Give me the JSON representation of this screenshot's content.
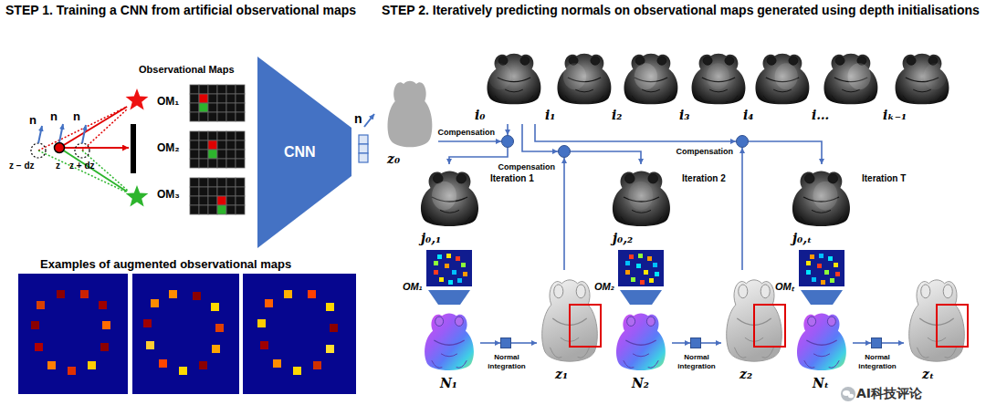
{
  "diagram": {
    "nodes": [
      {
        "text": [
          "OM₁"
        ]
      },
      {
        "text": [
          "OM₂"
        ]
      },
      {
        "text": [
          "OM₃"
        ]
      },
      {
        "text": [
          "CNN"
        ]
      },
      {
        "text": [
          "n"
        ]
      },
      {
        "text": [
          "z₀"
        ]
      },
      {
        "text": [
          "i₀"
        ]
      },
      {
        "text": [
          "i₁"
        ]
      },
      {
        "text": [
          "i₂"
        ]
      },
      {
        "text": [
          "i₃"
        ]
      },
      {
        "text": [
          "i₄"
        ]
      },
      {
        "text": [
          "i…"
        ]
      },
      {
        "text": [
          "iₖ₋₁"
        ]
      },
      {
        "text": [
          "Compensation"
        ]
      },
      {
        "text": [
          "j₀,₁",
          "Iteration 1"
        ]
      },
      {
        "text": [
          "OM₁"
        ]
      },
      {
        "text": [
          "N₁"
        ]
      },
      {
        "text": [
          "Normal integration"
        ]
      },
      {
        "text": [
          "z₁"
        ]
      },
      {
        "text": [
          "Compensation"
        ]
      },
      {
        "text": [
          "j₀,₂",
          "Iteration 2"
        ]
      },
      {
        "text": [
          "OM₂"
        ]
      },
      {
        "text": [
          "N₂"
        ]
      },
      {
        "text": [
          "Normal integration"
        ]
      },
      {
        "text": [
          "z₂"
        ]
      },
      {
        "text": [
          "Compensation"
        ]
      },
      {
        "text": [
          "j₀,ₜ",
          "Iteration T"
        ]
      },
      {
        "text": [
          "OMₜ"
        ]
      },
      {
        "text": [
          "Nₜ"
        ]
      },
      {
        "text": [
          "Normal integration"
        ]
      },
      {
        "text": [
          "zₜ"
        ]
      }
    ],
    "edges": [
      {
        "from": 6,
        "to": 13,
        "arrow": "to"
      },
      {
        "from": 5,
        "to": 13,
        "arrow": "to"
      },
      {
        "from": 13,
        "to": 14,
        "arrow": "to"
      },
      {
        "from": 16,
        "to": 17,
        "arrow": "to"
      },
      {
        "from": 17,
        "to": 18,
        "arrow": "to"
      },
      {
        "from": 18,
        "to": 19,
        "arrow": "to"
      },
      {
        "from": 6,
        "to": 19,
        "arrow": "to"
      },
      {
        "from": 19,
        "to": 20,
        "arrow": "to"
      },
      {
        "from": 22,
        "to": 23,
        "arrow": "to"
      },
      {
        "from": 23,
        "to": 24,
        "arrow": "to"
      },
      {
        "from": 24,
        "to": 25,
        "arrow": "to"
      },
      {
        "from": 6,
        "to": 25,
        "arrow": "to"
      },
      {
        "from": 25,
        "to": 26,
        "arrow": "to"
      },
      {
        "from": 28,
        "to": 29,
        "arrow": "to"
      },
      {
        "from": 29,
        "to": 30,
        "arrow": "to"
      }
    ],
    "labels": [
      "STEP 1. Training a CNN from artificial observational maps",
      "STEP 2. Iteratively predicting normals on observational maps generated using depth initialisations",
      "Observational Maps",
      "n",
      "n",
      "n",
      "z − dz",
      "z",
      "z + dz",
      "Examples of augmented observational maps",
      "AI科技评论"
    ]
  }
}
